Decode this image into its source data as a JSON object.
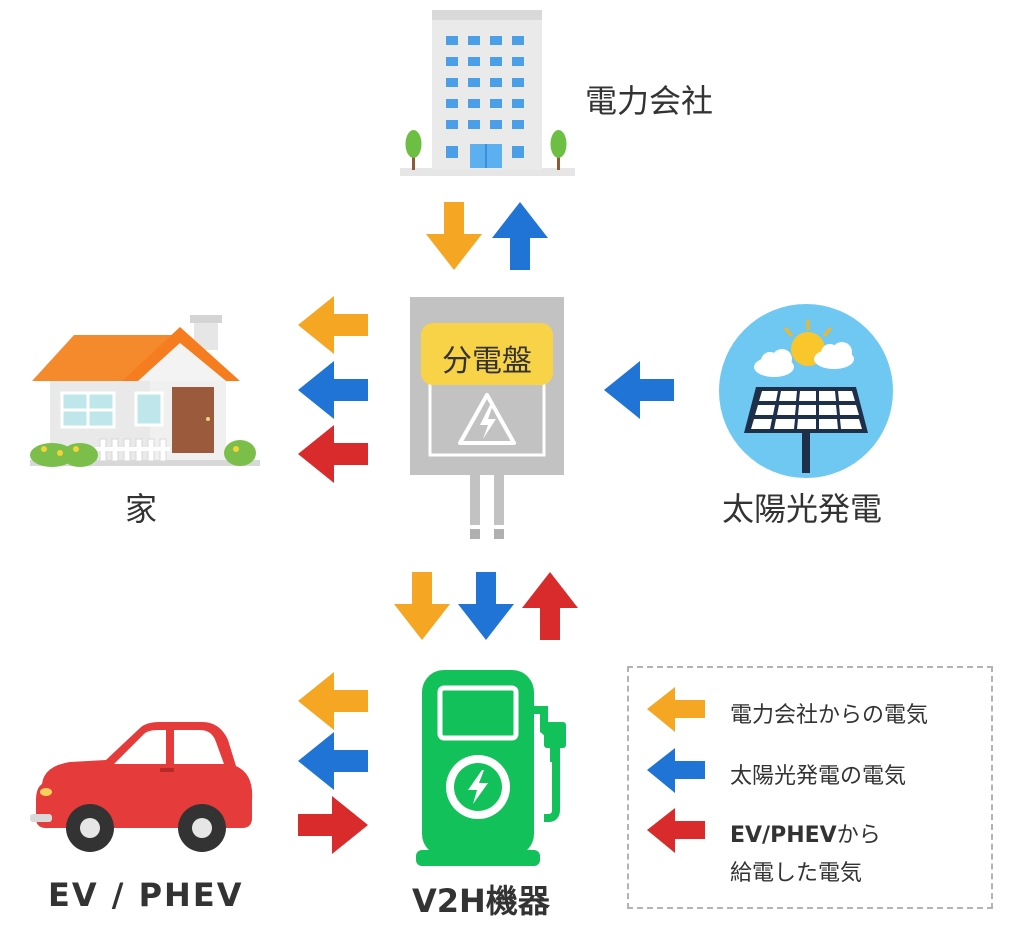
{
  "nodes": {
    "power_company": "電力会社",
    "home": "家",
    "solar": "太陽光発電",
    "ev": "EV / PHEV",
    "v2h": "V2H機器",
    "panel": "分電盤"
  },
  "legend": {
    "items": [
      {
        "text": "電力会社からの電気",
        "color": "#f5a623"
      },
      {
        "text": "太陽光発電の電気",
        "color": "#1f74d6"
      },
      {
        "text_bold": "EV/PHEV",
        "text_rest": "から",
        "text_line2": "給電した電気",
        "color": "#d92b2b"
      }
    ]
  },
  "colors": {
    "grid_power": "#f5a623",
    "solar_power": "#1f74d6",
    "ev_power": "#d92b2b",
    "panel_label_bg": "#f8d247",
    "v2h_green": "#13c15b",
    "car_red": "#e53b3b",
    "panel_gray": "#c2c2c2"
  },
  "icons": {
    "building": "office-building-icon",
    "house": "house-icon",
    "solar": "solar-panel-icon",
    "car": "car-icon",
    "charger": "ev-charger-icon",
    "lightning": "lightning-icon"
  }
}
